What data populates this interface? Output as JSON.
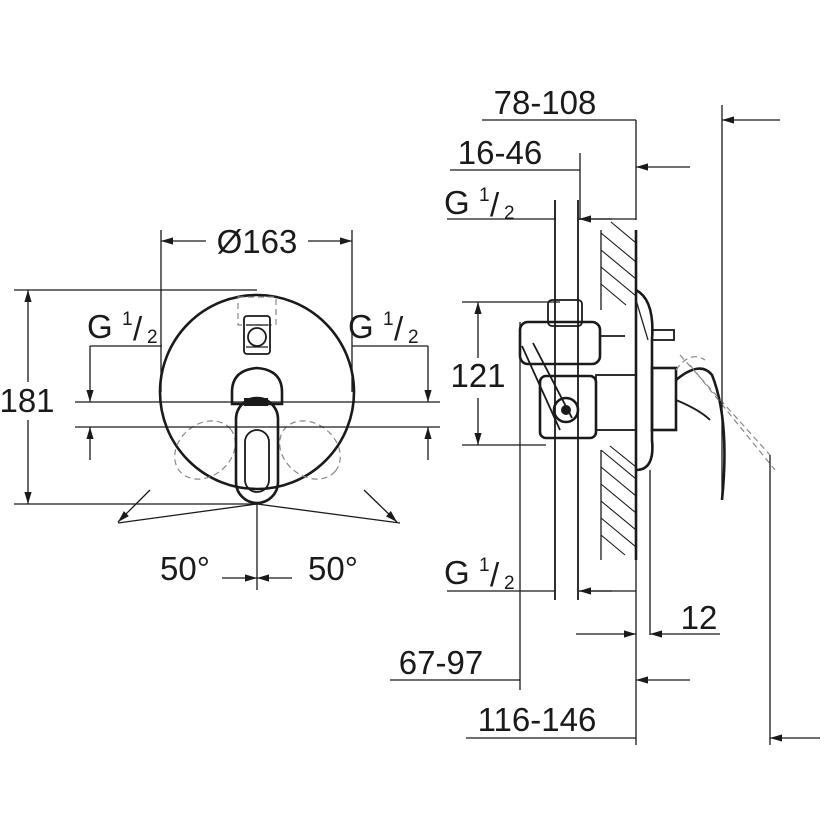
{
  "front_view": {
    "diameter": "Ø163",
    "height": "181",
    "left_connection": {
      "base": "G",
      "num": "1",
      "den": "2"
    },
    "right_connection": {
      "base": "G",
      "num": "1",
      "den": "2"
    },
    "angle_left": "50°",
    "angle_right": "50°"
  },
  "side_view": {
    "dim_top": "78-108",
    "dim_mid": "16-46",
    "top_connection": {
      "base": "G",
      "num": "1",
      "den": "2"
    },
    "height": "121",
    "bottom_connection": {
      "base": "G",
      "num": "1",
      "den": "2"
    },
    "dim_12": "12",
    "dim_bottom_1": "67-97",
    "dim_bottom_2": "116-146"
  },
  "colors": {
    "ink": "#1a1a1a",
    "background": "#ffffff"
  }
}
